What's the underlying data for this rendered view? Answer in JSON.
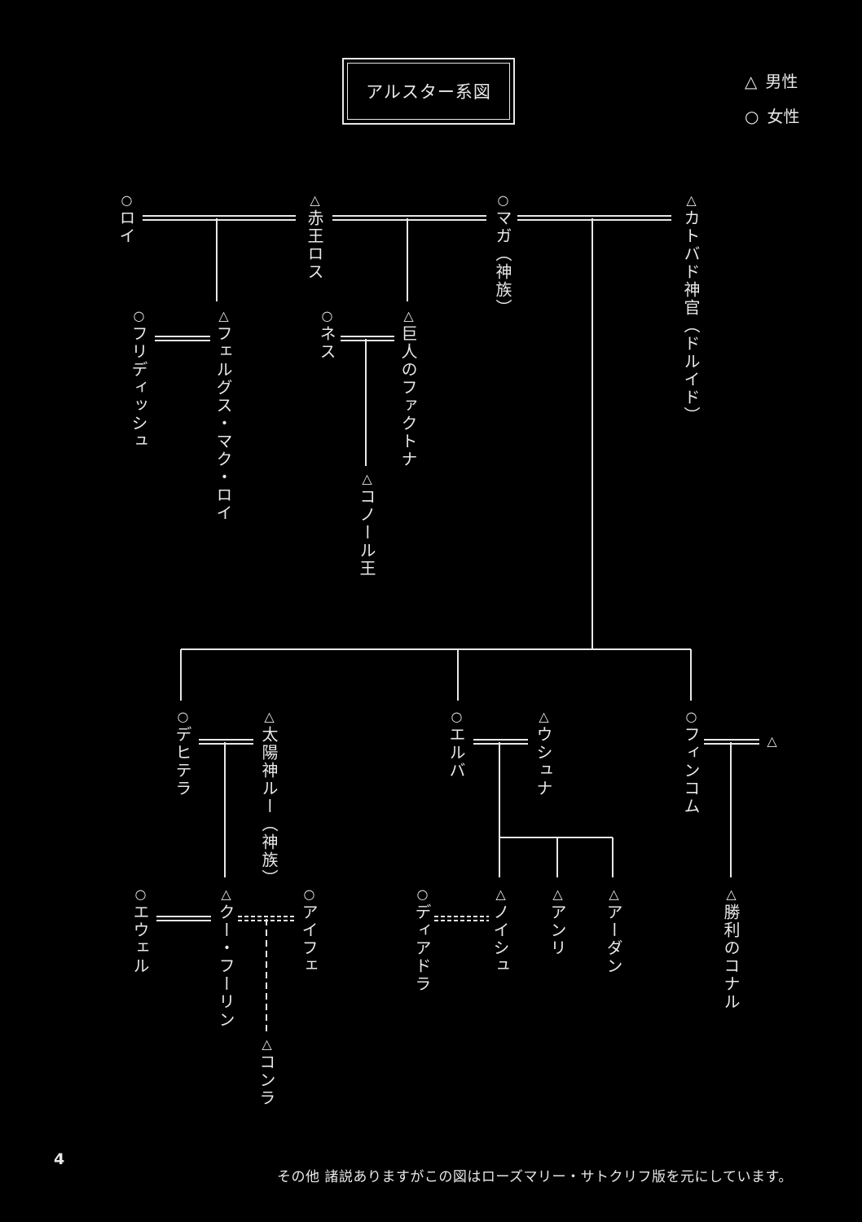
{
  "title": "アルスター系図",
  "legend": {
    "male_symbol": "△",
    "male_label": "男性",
    "female_symbol": "○",
    "female_label": "女性"
  },
  "people": [
    {
      "symbol": "○",
      "name": "ロイ"
    },
    {
      "symbol": "△",
      "name": "赤王ロス"
    },
    {
      "symbol": "○",
      "name": "マガ（神族）"
    },
    {
      "symbol": "△",
      "name": "カトバド神官（ドルイド）"
    },
    {
      "symbol": "○",
      "name": "フリディッシュ"
    },
    {
      "symbol": "△",
      "name": "フェルグス・マク・ロイ"
    },
    {
      "symbol": "○",
      "name": "ネス"
    },
    {
      "symbol": "△",
      "name": "巨人のファクトナ"
    },
    {
      "symbol": "△",
      "name": "コノール王"
    },
    {
      "symbol": "○",
      "name": "デヒテラ"
    },
    {
      "symbol": "△",
      "name": "太陽神ルー（神族）"
    },
    {
      "symbol": "○",
      "name": "エルバ"
    },
    {
      "symbol": "△",
      "name": "ウシュナ"
    },
    {
      "symbol": "○",
      "name": "フィンコム"
    },
    {
      "symbol": "△",
      "name": ""
    },
    {
      "symbol": "○",
      "name": "エウェル"
    },
    {
      "symbol": "△",
      "name": "クー・フーリン"
    },
    {
      "symbol": "○",
      "name": "アイフェ"
    },
    {
      "symbol": "○",
      "name": "ディアドラ"
    },
    {
      "symbol": "△",
      "name": "ノイシュ"
    },
    {
      "symbol": "△",
      "name": "アンリ"
    },
    {
      "symbol": "△",
      "name": "アーダン"
    },
    {
      "symbol": "△",
      "name": "勝利のコナル"
    },
    {
      "symbol": "△",
      "name": "コンラ"
    }
  ],
  "footer_note": "その他 諸説ありますがこの図はローズマリー・サトクリフ版を元にしています。",
  "page_number": "4"
}
